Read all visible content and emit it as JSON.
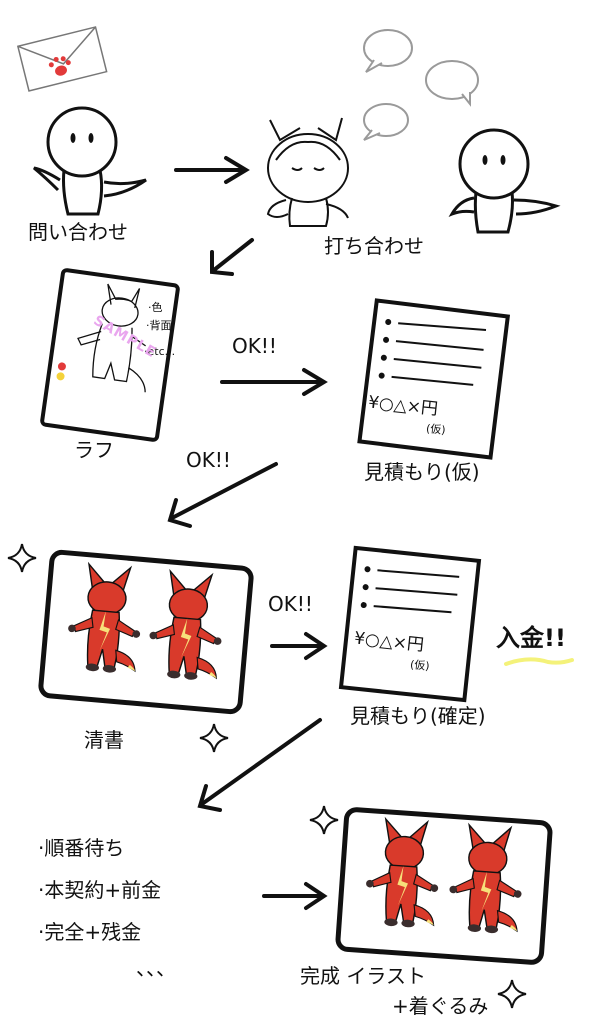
{
  "labels": {
    "inquiry": "問い合わせ",
    "meeting": "打ち合わせ",
    "rough": "ラフ",
    "ok1": "OK!!",
    "ok2": "OK!!",
    "ok3": "OK!!",
    "estimate_tentative": "見積もり(仮)",
    "clean": "清書",
    "estimate_final": "見積もり(確定)",
    "payment": "入金!!",
    "finished_line1": "完成 イラスト",
    "finished_line2": "+着ぐるみ"
  },
  "rough_notes": {
    "color": "·色",
    "back": "·背面",
    "etc": "·etc..."
  },
  "sample_mark": "SAMPLE",
  "price": {
    "text": "¥○△×円",
    "tentative": "(仮)"
  },
  "todo": [
    "·順番待ち",
    "·本契約+前金",
    "·完全+残金",
    "、、、"
  ],
  "colors": {
    "ink": "#111111",
    "fox_red": "#d93a2b",
    "fox_dark": "#3a2d2d",
    "fox_belly": "#f7e07a",
    "pink_watermark": "#e9a6ee",
    "paw": "#e23a3a",
    "highlight_yellow": "#f4f27a",
    "bubble_grey": "#9a9a9a"
  }
}
